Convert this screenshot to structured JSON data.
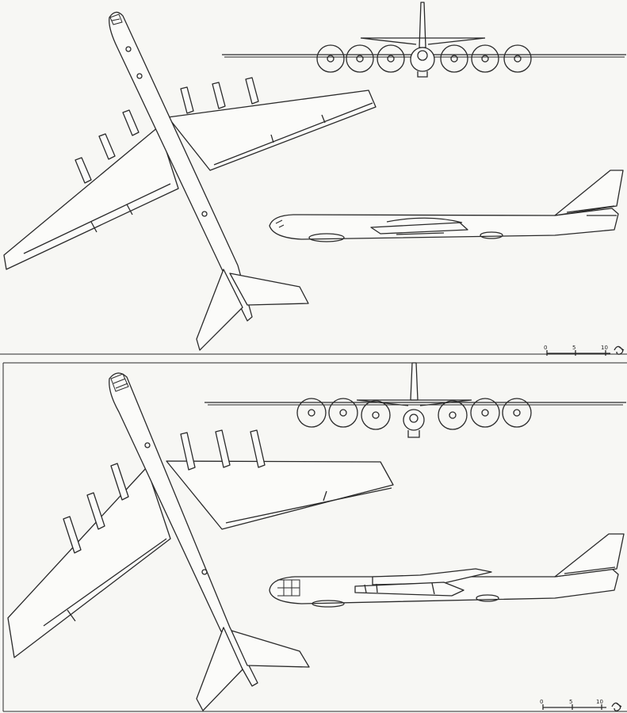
{
  "figure": {
    "panels": [
      {
        "id": "upper-variant",
        "scale_bar": {
          "ticks": [
            "0",
            "5",
            "10"
          ]
        },
        "views": [
          "plan-view",
          "front-view",
          "side-view"
        ]
      },
      {
        "id": "lower-variant",
        "scale_bar": {
          "ticks": [
            "0",
            "5",
            "10"
          ]
        },
        "views": [
          "plan-view",
          "front-view",
          "side-view"
        ]
      }
    ]
  },
  "colors": {
    "ink": "#2a2a2a",
    "paper": "#f7f7f4"
  },
  "icons": {
    "corner_mark": "stylized-signature-icon"
  }
}
